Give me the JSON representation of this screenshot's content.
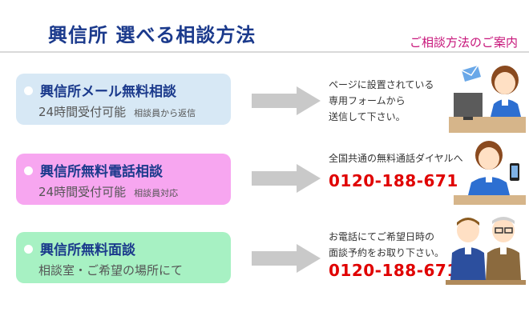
{
  "header": {
    "title": "興信所 選べる相談方法",
    "subtitle": "ご相談方法のご案内"
  },
  "methods": [
    {
      "title": "興信所メール無料相談",
      "sub": "24時間受付可能",
      "note": "相談員から返信",
      "desc_lines": [
        "ページに設置されている",
        "専用フォームから",
        "送信して下さい。"
      ],
      "phone": ""
    },
    {
      "title": "興信所無料電話相談",
      "sub": "24時間受付可能",
      "note": "相談員対応",
      "desc_lines": [
        "全国共通の無料通話ダイヤルへ"
      ],
      "phone": "0120-188-671"
    },
    {
      "title": "興信所無料面談",
      "sub": "相談室・ご希望の場所にて",
      "note": "",
      "desc_lines": [
        "お電話にてご希望日時の",
        "面談予約をお取り下さい。"
      ],
      "phone": "0120-188-671"
    }
  ],
  "colors": {
    "title": "#1b3a8c",
    "subtitle": "#c7157a",
    "phone": "#e00000",
    "box_mail": "#d7e8f5",
    "box_phone": "#f7a6f0",
    "box_meeting": "#a7f1c3",
    "arrow": "#c9c9c9"
  },
  "icons": [
    "arrow-right-icon",
    "woman-at-computer-icon",
    "woman-with-phone-icon",
    "consultation-men-icon"
  ]
}
